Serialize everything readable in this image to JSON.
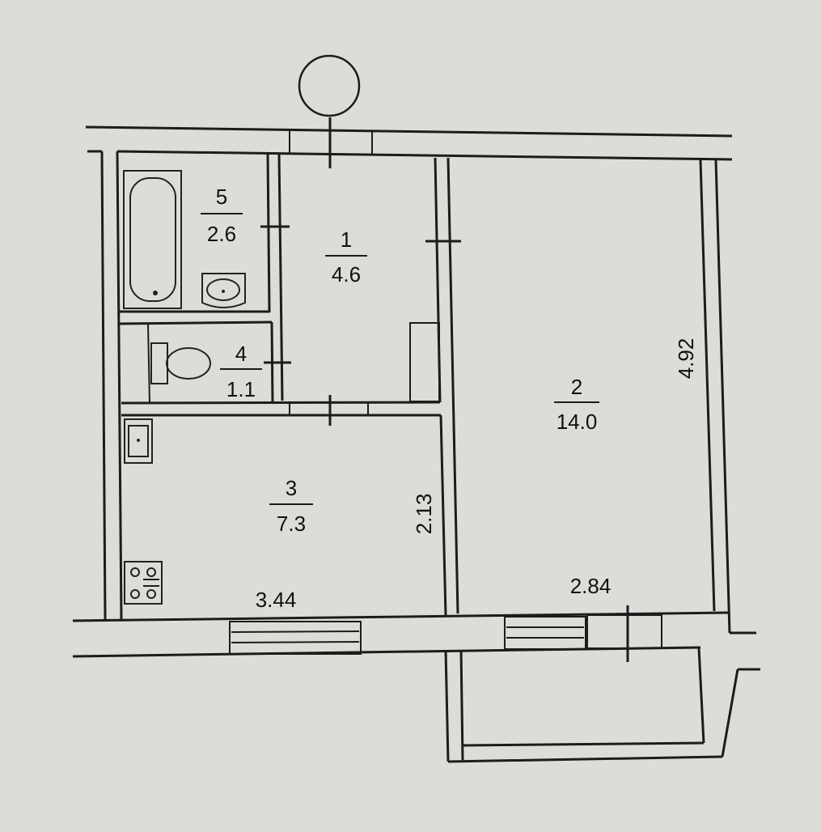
{
  "rooms": [
    {
      "number": "1",
      "area": "4.6"
    },
    {
      "number": "2",
      "area": "14.0"
    },
    {
      "number": "3",
      "area": "7.3"
    },
    {
      "number": "4",
      "area": "1.1"
    },
    {
      "number": "5",
      "area": "2.6"
    }
  ],
  "dimensions": {
    "room2_height": "4.92",
    "room2_width": "2.84",
    "room3_height": "2.13",
    "room3_width": "3.44"
  },
  "colors": {
    "paper": "#dcdcd8",
    "ink": "#1c1c1c"
  }
}
